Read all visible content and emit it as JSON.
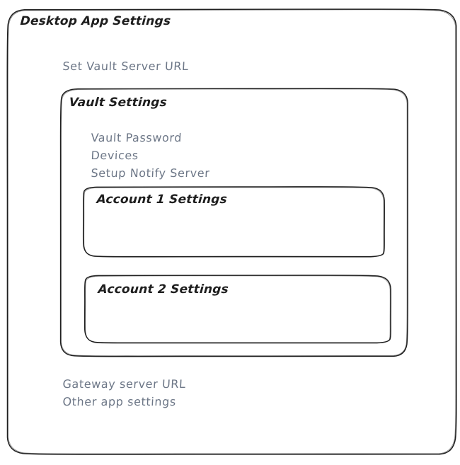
{
  "diagram": {
    "title": "Desktop App Settings",
    "style": "hand-drawn wireframe",
    "colors": {
      "stroke": "#1e1e1e",
      "heading_text": "#1e1e1e",
      "subtle_text": "#6d7787",
      "background": "#ffffff"
    }
  },
  "outer": {
    "title": "Desktop App Settings",
    "set_vault_server_url": "Set Vault Server URL",
    "app_options": [
      "Gateway server URL",
      "Other app settings"
    ]
  },
  "vault": {
    "title": "Vault Settings",
    "options": [
      "Vault Password",
      "Devices",
      "Setup Notify Server"
    ]
  },
  "accounts": [
    {
      "title": "Account 1 Settings"
    },
    {
      "title": "Account 2 Settings"
    }
  ]
}
